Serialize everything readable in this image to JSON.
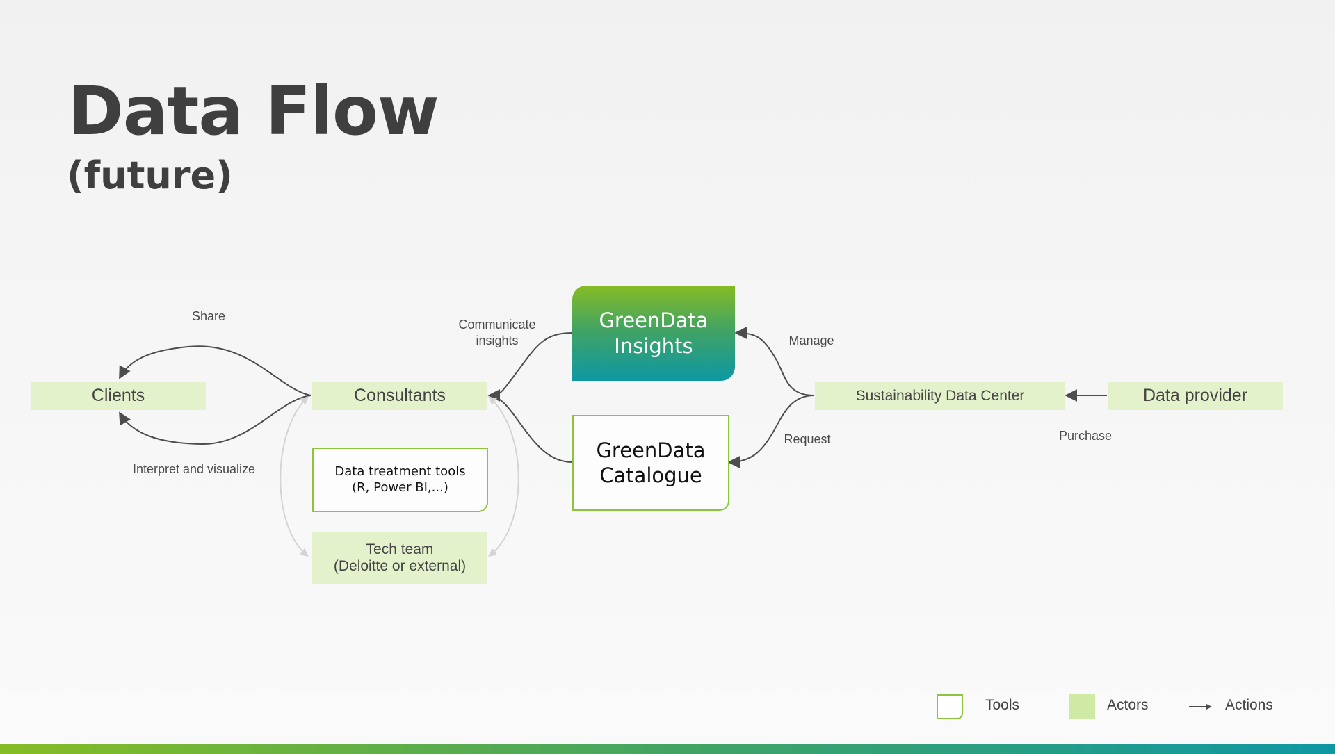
{
  "title": "Data Flow",
  "subtitle": "(future)",
  "actors": {
    "clients": "Clients",
    "consultants": "Consultants",
    "tech_team": "Tech team\n(Deloitte or external)",
    "sustainability": "Sustainability Data Center",
    "provider": "Data provider"
  },
  "tools": {
    "treatment": "Data treatment tools\n(R, Power BI,...)",
    "catalogue": "GreenData\nCatalogue",
    "insights": "GreenData\nInsights"
  },
  "actions": {
    "share": "Share",
    "interpret": "Interpret and visualize",
    "communicate": "Communicate\ninsights",
    "manage": "Manage",
    "request": "Request",
    "purchase": "Purchase"
  },
  "legend": {
    "tools": "Tools",
    "actors": "Actors",
    "actions": "Actions"
  },
  "colors": {
    "actor_fill": "#e4f2cc",
    "tool_border": "#8cc43c",
    "brand_green": "#86bc25",
    "brand_teal": "#0e97a3",
    "arrow_dark": "#4d4d4d",
    "arrow_light": "#d4d4d4"
  }
}
